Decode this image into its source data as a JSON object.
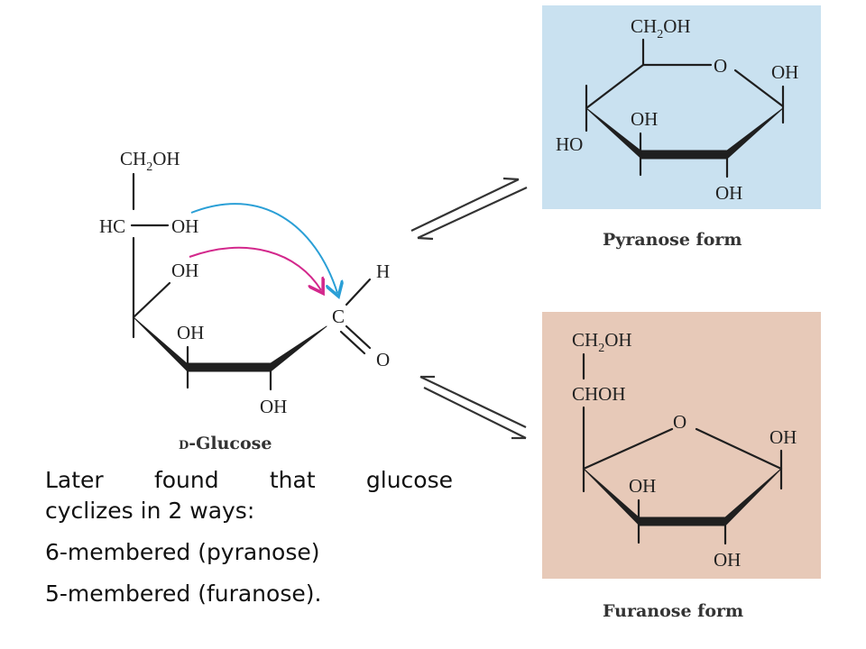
{
  "glucose": {
    "title_prefix": "D",
    "title_rest": "-Glucose",
    "ch2oh": "CH",
    "ch2oh_sub": "2",
    "ch2oh_end": "OH",
    "hc": "HC",
    "oh_c5": "OH",
    "oh_ring": "OH",
    "oh_c3": "OH",
    "oh_c2": "OH",
    "c": "C",
    "h": "H",
    "o": "O"
  },
  "pyranose": {
    "caption": "Pyranose form",
    "bg": "#c9e1f0",
    "ch2oh": "CH",
    "ch2oh_sub": "2",
    "ch2oh_end": "OH",
    "ring_o": "O",
    "oh_anomeric": "OH",
    "oh_c3": "OH",
    "ho_c4": "HO",
    "oh_bottom": "OH"
  },
  "furanose": {
    "caption": "Furanose form",
    "bg": "#e7c9b8",
    "ch2oh": "CH",
    "ch2oh_sub": "2",
    "ch2oh_end": "OH",
    "choh": "CHOH",
    "ring_o": "O",
    "oh_anomeric": "OH",
    "oh_c3": "OH",
    "oh_bottom": "OH"
  },
  "arrows": {
    "blue": "#2a9fd6",
    "magenta": "#d3288c"
  },
  "note": {
    "line1": "Later found that glucose",
    "line2": "cyclizes in 2 ways:",
    "line3": "6-membered (pyranose)",
    "line4": "5-membered (furanose)."
  }
}
